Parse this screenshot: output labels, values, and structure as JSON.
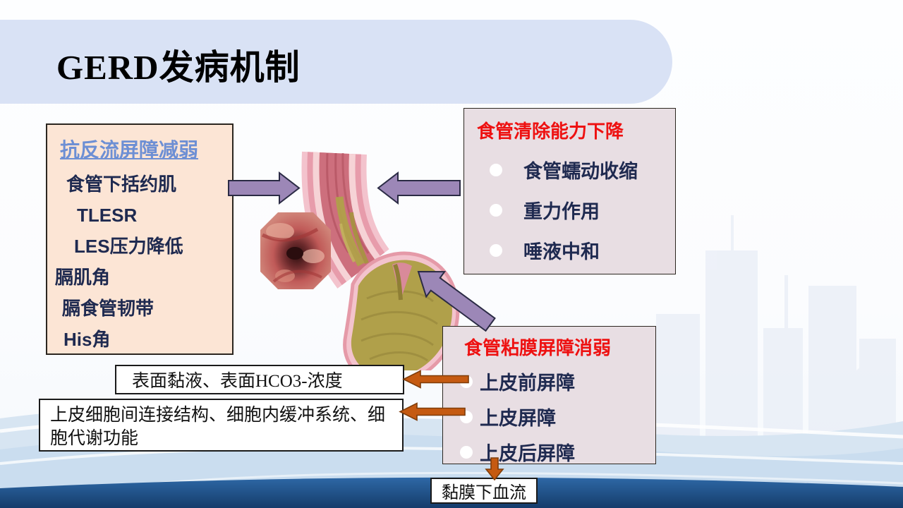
{
  "title": {
    "en": "GERD",
    "zh": "发病机制"
  },
  "antireflux_box": {
    "title": "抗反流屏障减弱",
    "items": [
      "食管下括约肌",
      "TLESR",
      "LES压力降低",
      "膈肌角",
      "膈食管韧带",
      "His角"
    ]
  },
  "clearance_box": {
    "title": "食管清除能力下降",
    "items": [
      "食管蠕动收缩",
      "重力作用",
      "唾液中和"
    ]
  },
  "mucosa_box": {
    "title": "食管粘膜屏障消弱",
    "items": [
      "上皮前屏障",
      "上皮屏障",
      "上皮后屏障"
    ]
  },
  "surface_note": "表面黏液、表面HCO3-浓度",
  "cell_note": "上皮细胞间连接结构、细胞内缓冲系统、细胞代谢功能",
  "blood_note": "黏膜下血流",
  "colors": {
    "header_band": "#d9e2f5",
    "antireflux_fill": "#fce5d5",
    "right_box_fill": "#e8dee3",
    "red_title": "#ee1111",
    "navy_text": "#1f2a50",
    "blue_heading": "#6d8fd4",
    "purple_arrow": "#9c87b7",
    "orange_arrow": "#c55a11",
    "footer_navy": "#1d4e89"
  }
}
